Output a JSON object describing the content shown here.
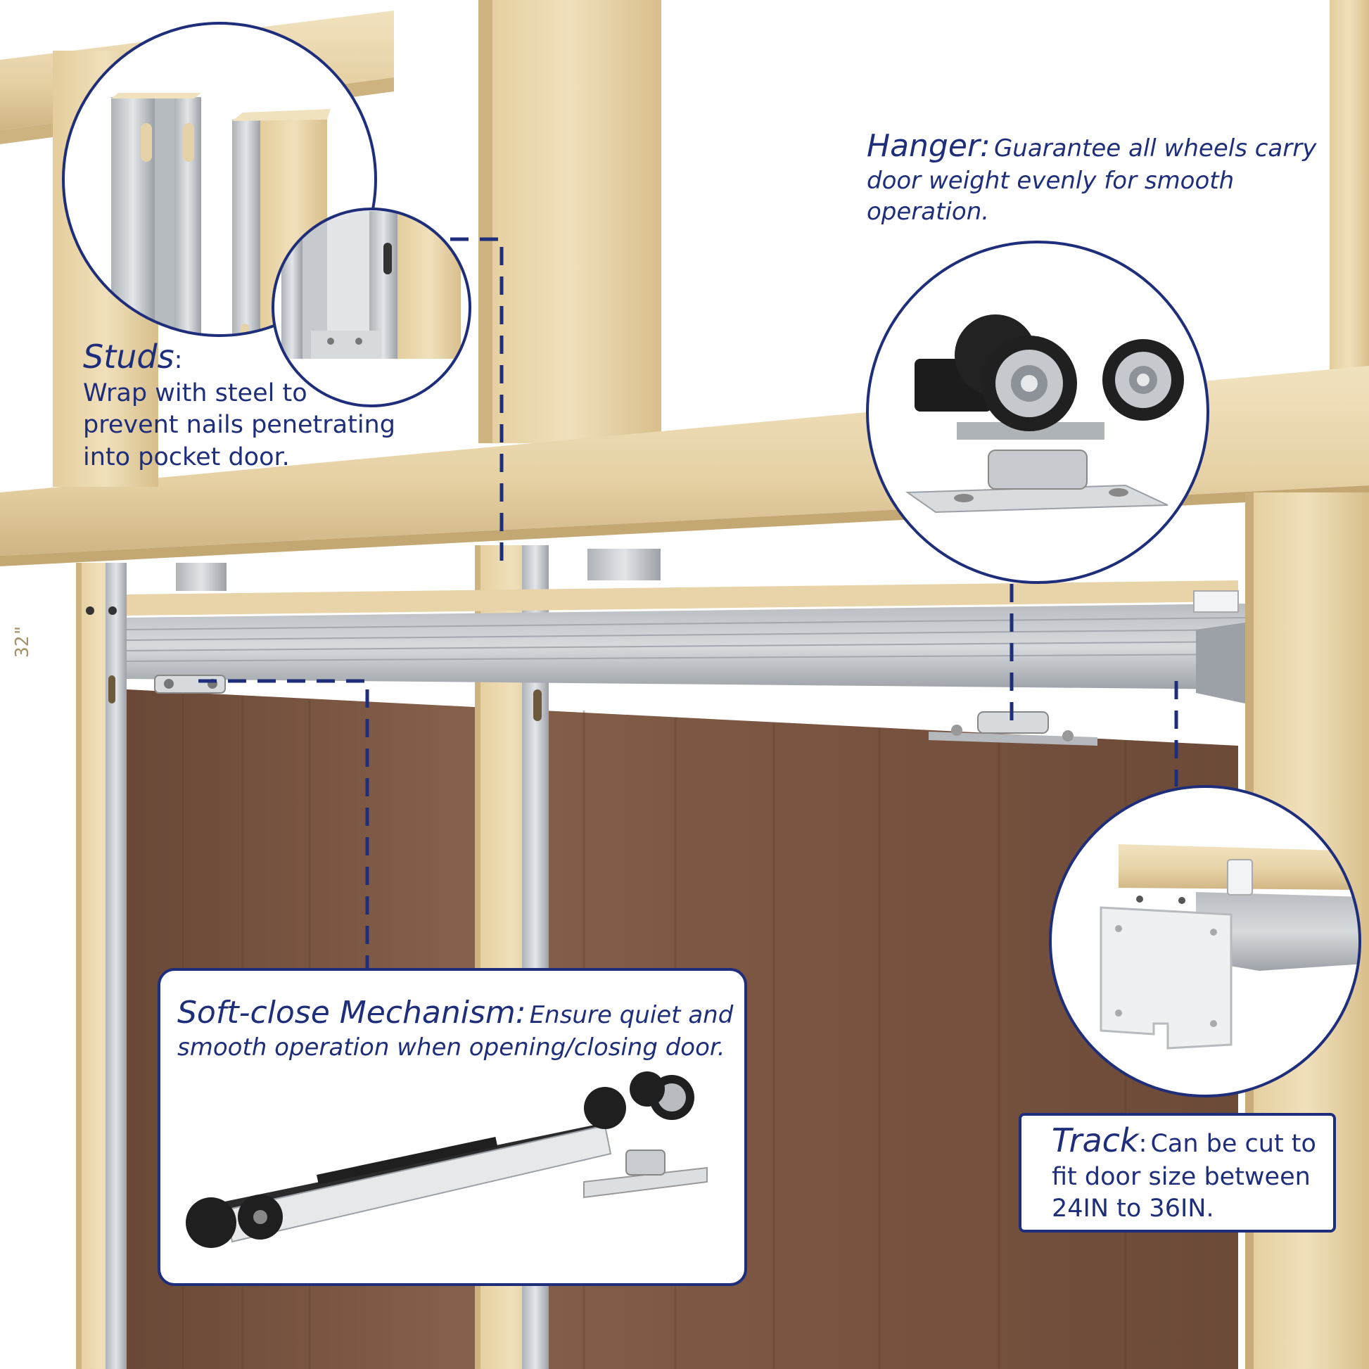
{
  "colors": {
    "navy": "#1f2e7a",
    "pine": "#ead7ab",
    "pine_dark": "#d2b985",
    "walnut": "#7b5641",
    "walnut_dark": "#5e4030",
    "steel": "#c9ccd0",
    "steel_dark": "#8e9399"
  },
  "callouts": {
    "studs": {
      "title": "Studs",
      "suffix": ":",
      "body": "Wrap with steel to prevent nails penetrating into pocket door."
    },
    "hanger": {
      "title": "Hanger:",
      "body": "Guarantee all wheels carry door weight evenly for smooth operation."
    },
    "softclose": {
      "title": "Soft-close Mechanism:",
      "body": "Ensure quiet and smooth operation when opening/closing door."
    },
    "track": {
      "title": "Track",
      "suffix": ":",
      "body": "Can be cut to fit door size between 24IN to 36IN."
    }
  },
  "header_mark": {
    "label": "32\""
  },
  "icons": {
    "studs_detail": "steel-stud-icon",
    "hanger_detail": "hanger-wheel-icon",
    "softclose_detail": "soft-close-icon",
    "track_detail": "track-bracket-icon"
  }
}
